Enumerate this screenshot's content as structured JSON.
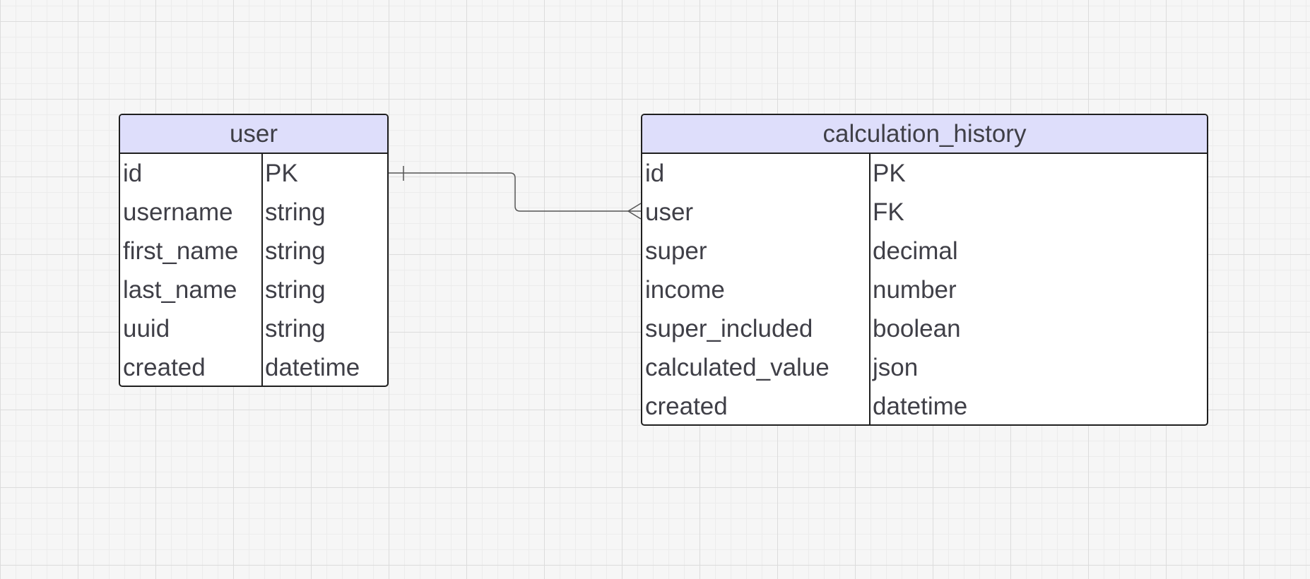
{
  "diagram": {
    "entities": [
      {
        "title": "user",
        "fields": [
          {
            "name": "id",
            "type": "PK"
          },
          {
            "name": "username",
            "type": "string"
          },
          {
            "name": "first_name",
            "type": "string"
          },
          {
            "name": "last_name",
            "type": "string"
          },
          {
            "name": "uuid",
            "type": "string"
          },
          {
            "name": "created",
            "type": "datetime"
          }
        ]
      },
      {
        "title": "calculation_history",
        "fields": [
          {
            "name": "id",
            "type": "PK"
          },
          {
            "name": "user",
            "type": "FK"
          },
          {
            "name": "super",
            "type": "decimal"
          },
          {
            "name": "income",
            "type": "number"
          },
          {
            "name": "super_included",
            "type": "boolean"
          },
          {
            "name": "calculated_value",
            "type": "json"
          },
          {
            "name": "created",
            "type": "datetime"
          }
        ]
      }
    ],
    "relationship": {
      "from": "user.id",
      "to": "calculation_history.user",
      "from_cardinality": "one",
      "to_cardinality": "many"
    },
    "colors": {
      "header_fill": "#dedefb",
      "border": "#1f1f1f",
      "text": "#3f3f47",
      "connector": "#555555",
      "grid_major": "#dcdcdc",
      "grid_minor": "#ececec"
    }
  }
}
